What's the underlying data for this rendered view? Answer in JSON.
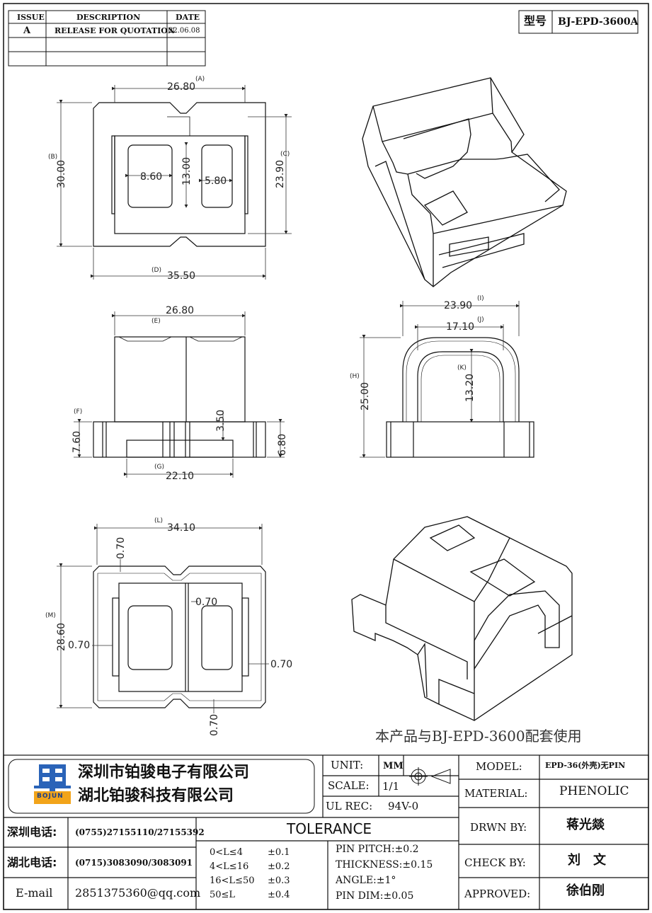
{
  "revision_table": {
    "headers": [
      "ISSUE",
      "DESCRIPTION",
      "DATE"
    ],
    "rows": [
      {
        "issue": "A",
        "description": "RELEASE FOR QUOTATION",
        "date": "22.06.08"
      },
      {
        "issue": "",
        "description": "",
        "date": ""
      },
      {
        "issue": "",
        "description": "",
        "date": ""
      }
    ]
  },
  "model_box": {
    "label": "型号",
    "value": "BJ-EPD-3600A"
  },
  "dimensions": {
    "top_view": {
      "A": "26.80",
      "B": "30.00",
      "C": "23.90",
      "D": "35.50",
      "w1": "8.60",
      "h1": "13.00",
      "w2": "5.80"
    },
    "front_view": {
      "E": "26.80",
      "F": "7.60",
      "G": "22.10",
      "h35": "3.50",
      "h68": "6.80"
    },
    "side_view": {
      "I": "23.90",
      "J": "17.10",
      "H": "25.00",
      "K": "13.20"
    },
    "bottom_view": {
      "L": "34.10",
      "M": "28.60",
      "t1": "0.70",
      "t2": "0.70",
      "t3": "0.70",
      "t4": "0.70",
      "t5": "0.70"
    },
    "labels": {
      "A": "(A)",
      "B": "(B)",
      "C": "(C)",
      "D": "(D)",
      "E": "(E)",
      "F": "(F)",
      "G": "(G)",
      "H": "(H)",
      "I": "(I)",
      "J": "(J)",
      "K": "(K)",
      "L": "(L)",
      "M": "(M)"
    }
  },
  "note": "本产品与BJ-EPD-3600配套使用",
  "company": {
    "logo_text": "BOJUN",
    "name1": "深圳市铂骏电子有限公司",
    "name2": "湖北铂骏科技有限公司"
  },
  "contacts": [
    {
      "label": "深圳电话:",
      "value": "(0755)27155110/27155392"
    },
    {
      "label": "湖北电话:",
      "value": "(0715)3083090/3083091"
    },
    {
      "label": "E-mail",
      "value": "2851375360@qq.com"
    }
  ],
  "specs": {
    "unit_label": "UNIT:",
    "unit_value": "MM",
    "scale_label": "SCALE:",
    "scale_value": "1/1",
    "ul_label": "UL REC:",
    "ul_value": "94V-0"
  },
  "tolerance": {
    "title": "TOLERANCE",
    "ranges": [
      {
        "range": "0<L≤4",
        "tol": "±0.1"
      },
      {
        "range": "4<L≤16",
        "tol": "±0.2"
      },
      {
        "range": "16<L≤50",
        "tol": "±0.3"
      },
      {
        "range": "50≤L",
        "tol": "±0.4"
      }
    ],
    "other": [
      "PIN PITCH:±0.2",
      "THICKNESS:±0.15",
      "ANGLE:±1°",
      "PIN DIM:±0.05"
    ]
  },
  "approvals": {
    "model_label": "MODEL:",
    "model_value": "EPD-36(外壳)无PIN",
    "material_label": "MATERIAL:",
    "material_value": "PHENOLIC",
    "drawn_label": "DRWN BY:",
    "drawn_value": "蒋光燚",
    "check_label": "CHECK BY:",
    "check_value": "刘　文",
    "approved_label": "APPROVED:",
    "approved_value": "徐伯刚"
  }
}
